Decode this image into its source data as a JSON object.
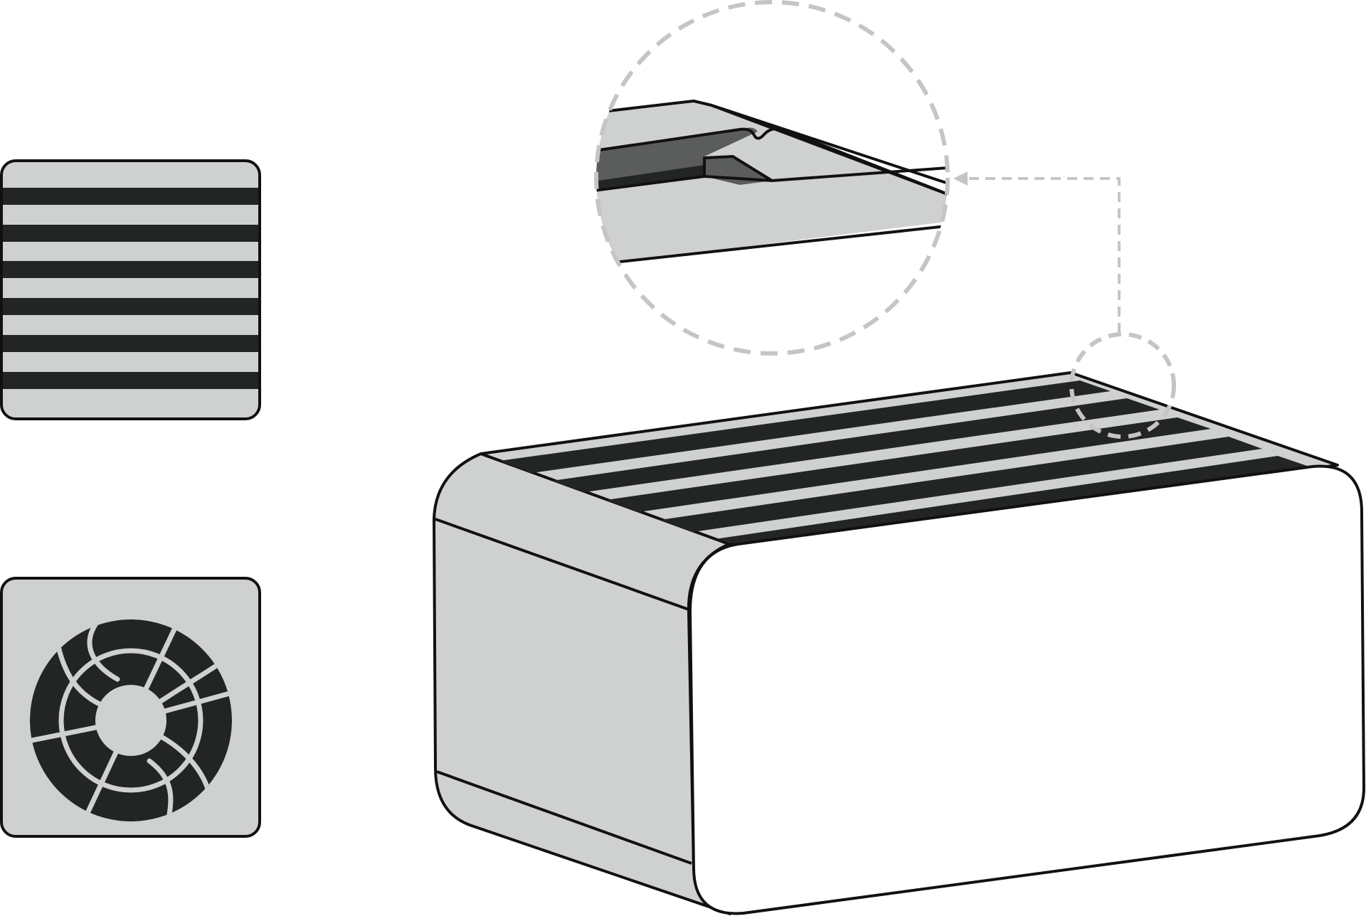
{
  "colors": {
    "background": "#ffffff",
    "panel_fill": "#cfd1d0",
    "slot_dark": "#222524",
    "slot_mid": "#5b5d5c",
    "outline": "#111111",
    "callout_dashed": "#c4c5c4",
    "front_face": "#ffffff"
  },
  "components": {
    "slotted_vent_panel": {
      "icon": "slotted-vent-icon",
      "slot_count": 6
    },
    "fan_grille_panel": {
      "icon": "fan-grille-icon",
      "segment_count": 16
    },
    "enclosure_box": {
      "icon": "enclosure-icon",
      "top_slot_count": 5
    },
    "detail_callout": {
      "icon": "magnifier-callout-icon",
      "style": "dashed-circle"
    }
  }
}
